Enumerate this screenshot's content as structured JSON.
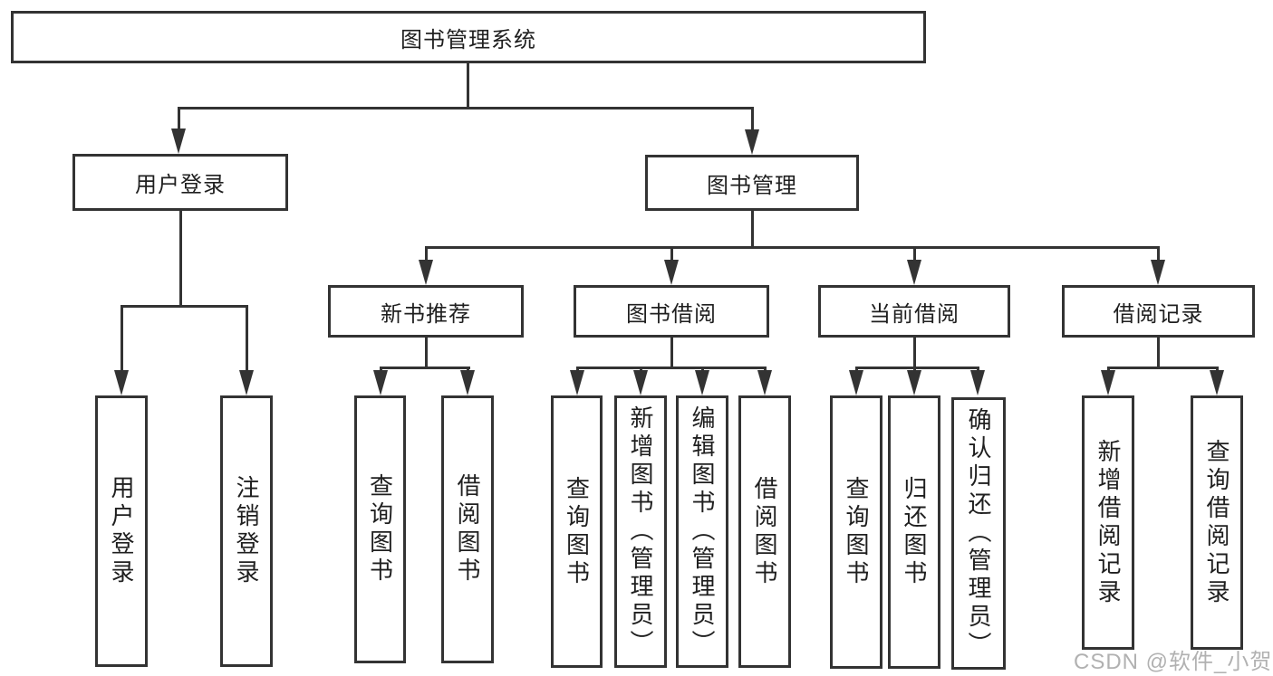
{
  "diagram_type": "hierarchy-tree",
  "tree": {
    "label": "图书管理系统",
    "children": [
      {
        "label": "用户登录",
        "children": [
          {
            "label": "用户登录"
          },
          {
            "label": "注销登录"
          }
        ]
      },
      {
        "label": "图书管理",
        "children": [
          {
            "label": "新书推荐",
            "children": [
              {
                "label": "查询图书"
              },
              {
                "label": "借阅图书"
              }
            ]
          },
          {
            "label": "图书借阅",
            "children": [
              {
                "label": "查询图书"
              },
              {
                "label": "新增图书（管理员）"
              },
              {
                "label": "编辑图书（管理员）"
              },
              {
                "label": "借阅图书"
              }
            ]
          },
          {
            "label": "当前借阅",
            "children": [
              {
                "label": "查询图书"
              },
              {
                "label": "归还图书"
              },
              {
                "label": "确认归还（管理员）"
              }
            ]
          },
          {
            "label": "借阅记录",
            "children": [
              {
                "label": "新增借阅记录"
              },
              {
                "label": "查询借阅记录"
              }
            ]
          }
        ]
      }
    ]
  },
  "watermark": {
    "text": "CSDN @软件_小贺同学"
  },
  "colors": {
    "line": "#333333",
    "text": "#1f1f1f",
    "background": "#ffffff",
    "watermark": "#a8a8a8"
  }
}
